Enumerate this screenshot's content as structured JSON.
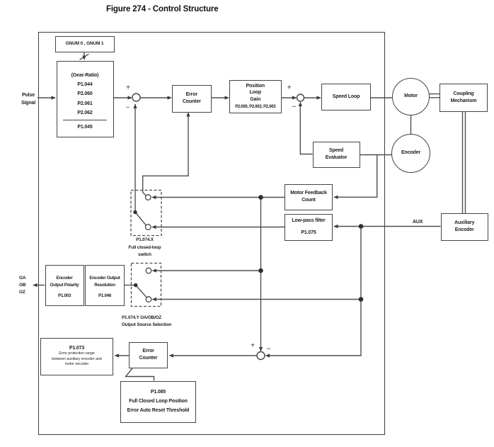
{
  "title": "Figure 274 - Control Structure",
  "signs": {
    "plus": "+",
    "minus": "−"
  },
  "io": {
    "pulse": [
      "Pulse",
      "Signal"
    ],
    "aux": "AUX",
    "encoder_outputs": [
      "OA",
      "OB",
      "OZ"
    ]
  },
  "blocks": {
    "gnum": {
      "label": "GNUM 0 , GNUM 1"
    },
    "gear": {
      "numerator": [
        "(Gear-Ratio)",
        "P1.044",
        "P2.060",
        "P2.061",
        "P2.062"
      ],
      "denominator": "P1.045"
    },
    "error_counter": {
      "lines": [
        "Error",
        "Counter"
      ]
    },
    "position_loop_gain": {
      "lines": [
        "Position",
        "Loop",
        "Gain"
      ],
      "params": "P2.000, P2.002, P2.003"
    },
    "speed_loop": {
      "label": "Speed Loop"
    },
    "motor": {
      "label": "Motor"
    },
    "coupling_mechanism": {
      "lines": [
        "Coupling",
        "Mechanism"
      ]
    },
    "encoder": {
      "label": "Encoder"
    },
    "auxiliary_encoder": {
      "lines": [
        "Auxiliary",
        "Encoder"
      ]
    },
    "speed_evaluator": {
      "lines": [
        "Speed",
        "Evaluator"
      ]
    },
    "motor_feedback_count": {
      "lines": [
        "Motor Feedback",
        "Count"
      ]
    },
    "low_pass_filter": {
      "lines": [
        "Low-pass filter",
        "P1.075"
      ]
    },
    "full_closed_loop_switch": {
      "lines": [
        "P1.074.X",
        "Full closed-loop",
        "switch"
      ]
    },
    "output_source_selection": {
      "lines": [
        "P1.074.Y OA/OB/OZ",
        "Output Source Selection"
      ]
    },
    "encoder_output_polarity": {
      "lines": [
        "Encoder",
        "Output Polarity",
        "P1.003"
      ]
    },
    "encoder_output_resolution": {
      "lines": [
        "Encoder Output",
        "Resolution",
        "P1.046"
      ]
    },
    "error_protection": {
      "title": "P1.073",
      "lines": [
        "Error protection range",
        "between auxiliary encoder and",
        "motor encoder"
      ]
    },
    "error_counter_2": {
      "lines": [
        "Error",
        "Counter"
      ]
    },
    "error_auto_reset": {
      "lines": [
        "P1.085",
        "Full Closed Loop Position",
        "Error Auto Reset Threshold"
      ]
    }
  },
  "colors": {
    "line": "#4f4f4f",
    "box_border": "#454545",
    "text": "#1c1c1c"
  }
}
